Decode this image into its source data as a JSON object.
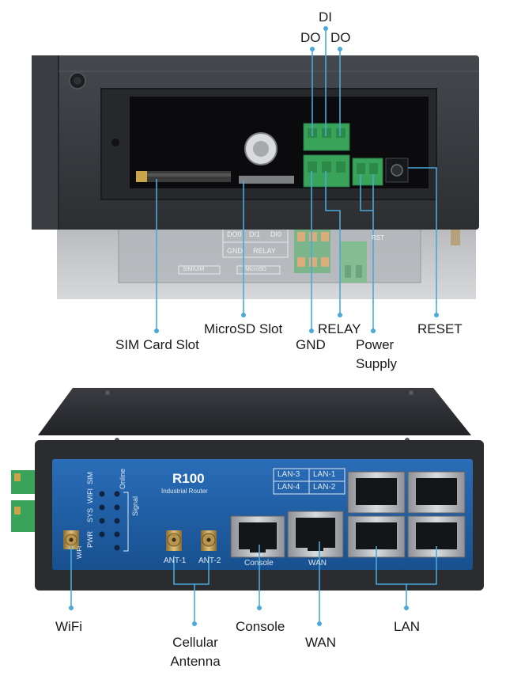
{
  "top_view": {
    "labels": {
      "di": "DI",
      "do_left": "DO",
      "do_right": "DO",
      "sim_card_slot": "SIM Card Slot",
      "microsd_slot": "MicroSD Slot",
      "gnd": "GND",
      "relay": "RELAY",
      "power_supply_line1": "Power",
      "power_supply_line2": "Supply",
      "reset": "RESET"
    },
    "ghost_panel": {
      "do0": "DO0",
      "di1": "DI1",
      "di0": "DI0",
      "gnd": "GND",
      "relay": "RELAY",
      "sim_uim": "SIM/UIM",
      "microsd": "MicroSD",
      "rst": "RST"
    }
  },
  "front_view": {
    "model": "R100",
    "subtitle": "Industrial Router",
    "leds": [
      "PWR",
      "SYS",
      "WIFI",
      "SIM",
      "Online"
    ],
    "signal_label": "Signal",
    "port_labels": {
      "ant1": "ANT-1",
      "ant2": "ANT-2",
      "console": "Console",
      "wan": "WAN",
      "wifi": "WiFi"
    },
    "lan_grid": [
      "LAN-3",
      "LAN-1",
      "LAN-4",
      "LAN-2"
    ],
    "callouts": {
      "wifi": "WiFi",
      "cellular_line1": "Cellular",
      "cellular_line2": "Antenna",
      "console": "Console",
      "wan": "WAN",
      "lan": "LAN"
    }
  },
  "colors": {
    "callout": "#4aa9d8",
    "panel_blue": "#1e5fa8",
    "terminal_green": "#3aa35a",
    "chassis": "#2b2d31"
  }
}
